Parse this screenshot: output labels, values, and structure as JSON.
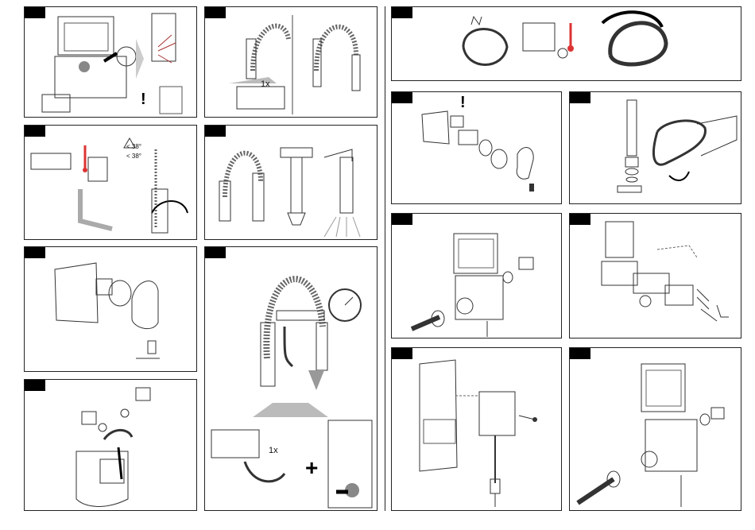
{
  "panels": {
    "p1": {
      "warning": "!"
    },
    "p2": {
      "count": "1x"
    },
    "p3": {
      "temp_high": "< 38°",
      "temp_low": "< 38°"
    },
    "p9": {
      "plus": "+",
      "count": "1x"
    },
    "p12": {
      "warning": "!"
    }
  }
}
